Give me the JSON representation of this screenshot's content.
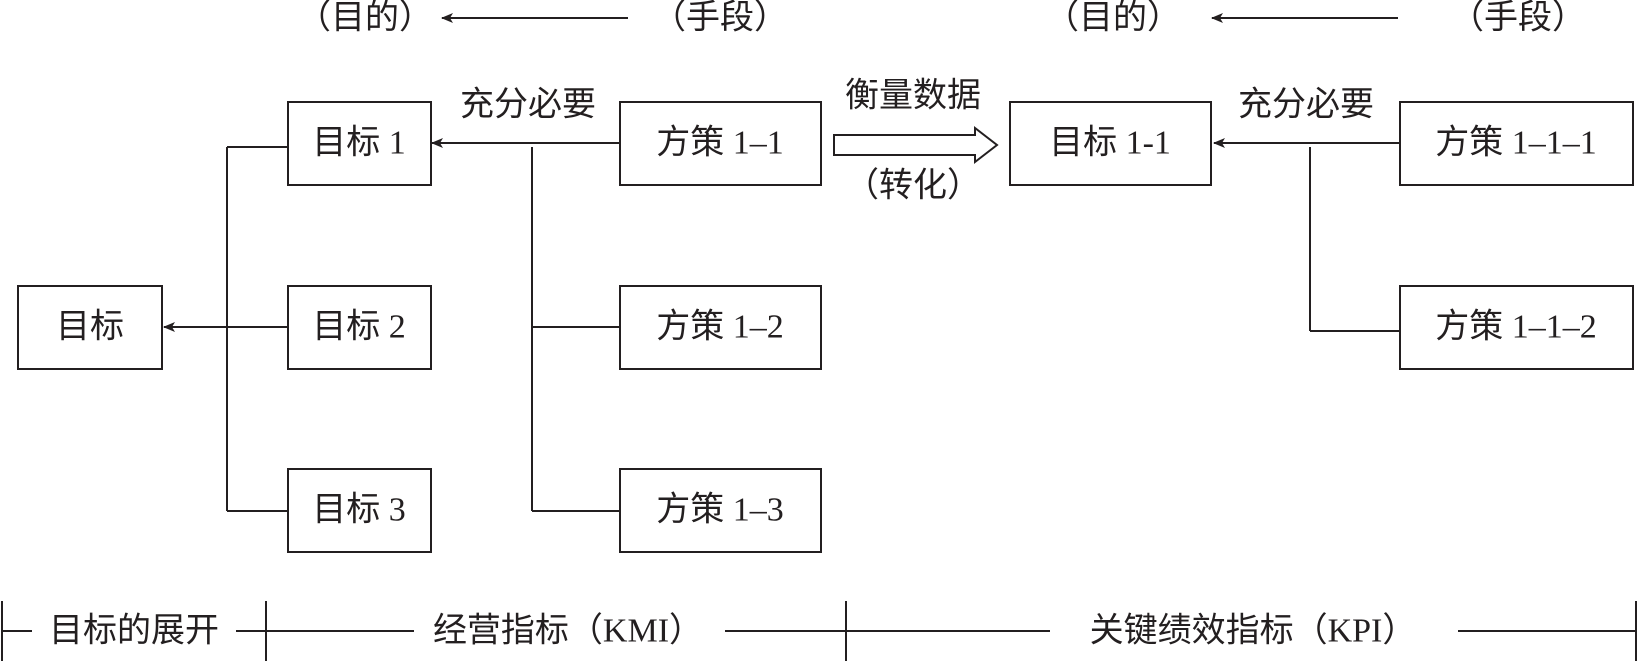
{
  "headers": {
    "left_purpose": "（目的）",
    "left_means": "（手段）",
    "right_purpose": "（目的）",
    "right_means": "（手段）"
  },
  "nodes": {
    "goal": "目标",
    "goal_1": "目标 1",
    "goal_2": "目标 2",
    "goal_3": "目标 3",
    "plan_1_1": "方策 1–1",
    "plan_1_2": "方策 1–2",
    "plan_1_3": "方策 1–3",
    "goal_1_1": "目标 1-1",
    "plan_1_1_1": "方策 1–1–1",
    "plan_1_1_2": "方策 1–1–2"
  },
  "labels": {
    "necessary_sufficient_left": "充分必要",
    "necessary_sufficient_right": "充分必要",
    "measure_data": "衡量数据",
    "transform": "（转化）"
  },
  "footer": {
    "section_1": "目标的展开",
    "section_2": "经营指标（KMI）",
    "section_3": "关键绩效指标（KPI）"
  }
}
